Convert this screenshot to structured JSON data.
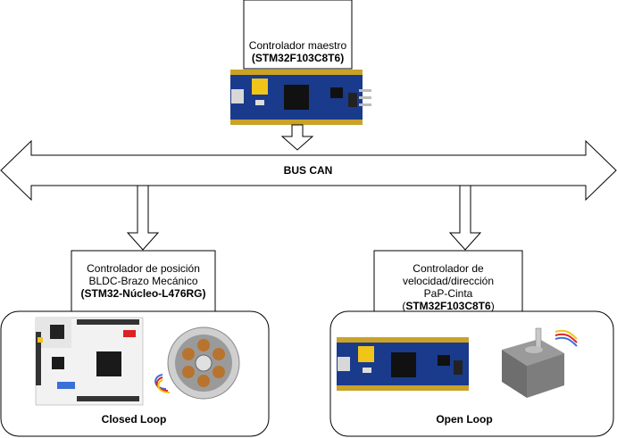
{
  "master": {
    "title": "Controlador maestro",
    "chip": "STM32F103C8T6"
  },
  "bus": {
    "label": "BUS CAN"
  },
  "position_controller": {
    "line1": "Controlador de posición",
    "line2": "BLDC-Brazo Mecánico",
    "chip": "STM32-Núcleo-L476RG",
    "loop": "Closed Loop"
  },
  "velocity_controller": {
    "line1": "Controlador de velocidad/dirección",
    "line2": "PaP-Cinta",
    "chip": "STM32F103C8T6",
    "loop": "Open Loop"
  },
  "colors": {
    "board_blue": "#1a3a8c",
    "pin_gold": "#d4a017",
    "jumper_yellow": "#f0c419",
    "nucleo_white": "#f2f2f2",
    "motor_grey": "#8c8c8c",
    "coil_copper": "#b8732e"
  }
}
